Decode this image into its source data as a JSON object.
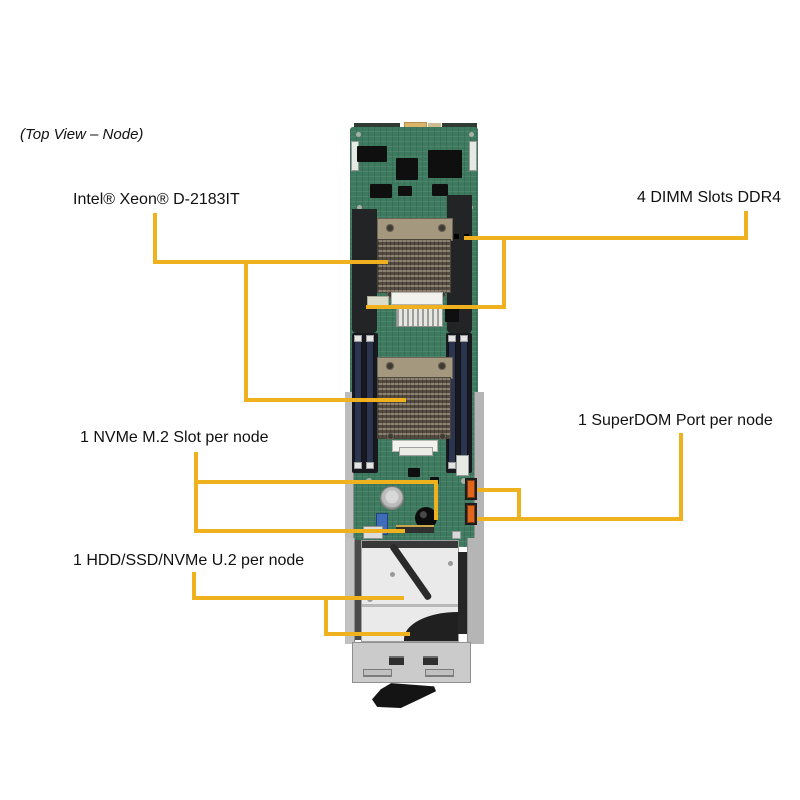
{
  "title": "(Top View – Node)",
  "callouts": {
    "cpu": {
      "label": "Intel® Xeon® D-2183IT"
    },
    "dimm": {
      "label": "4 DIMM Slots DDR4"
    },
    "nvme": {
      "label": "1 NVMe M.2 Slot per node"
    },
    "superdom": {
      "label": "1 SuperDOM Port per node"
    },
    "hdd": {
      "label": "1 HDD/SSD/NVMe U.2 per node"
    }
  },
  "colors": {
    "accent": "#EFB11E",
    "pcb_green": "#3E7A5F",
    "heatsink": "#8D8271",
    "superdom_port_orange": "#DF661B",
    "text": "#111111",
    "background": "#FFFFFF"
  }
}
